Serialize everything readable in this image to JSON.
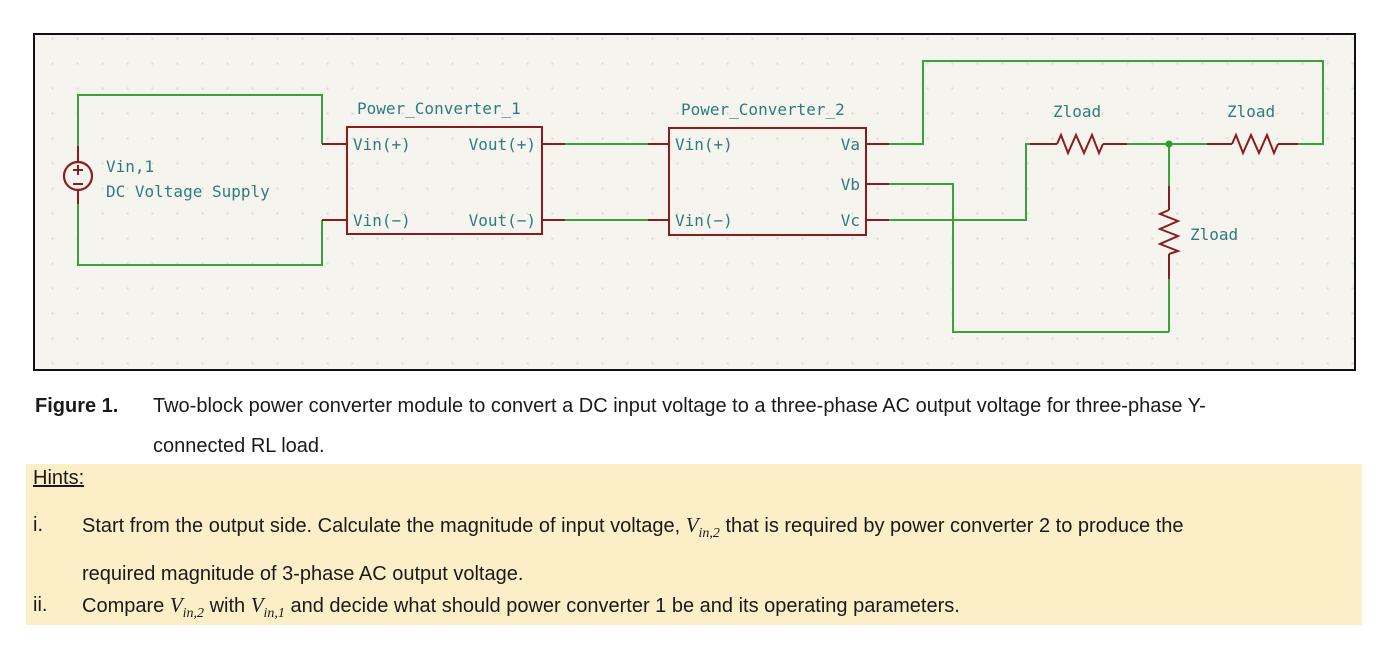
{
  "colors": {
    "wire_green": "#3aa23a",
    "symbol_maroon": "#8c1c1c",
    "label_teal": "#2e7c80",
    "hint_bg": "#fcefc8",
    "panel_bg": "#f5f4ee"
  },
  "schematic": {
    "source": {
      "ref": "Vin,1",
      "desc": "DC Voltage Supply"
    },
    "converter1": {
      "title": "Power_Converter_1",
      "pin_in_pos": "Vin(+)",
      "pin_in_neg": "Vin(−)",
      "pin_out_pos": "Vout(+)",
      "pin_out_neg": "Vout(−)"
    },
    "converter2": {
      "title": "Power_Converter_2",
      "pin_in_pos": "Vin(+)",
      "pin_in_neg": "Vin(−)",
      "pin_a": "Va",
      "pin_b": "Vb",
      "pin_c": "Vc"
    },
    "load_a": "Zload",
    "load_b": "Zload",
    "load_c": "Zload"
  },
  "caption": {
    "label": "Figure 1.",
    "line1": "Two-block power converter module to convert a DC input voltage to a three-phase AC output voltage for three-phase Y-",
    "line2": "connected RL load."
  },
  "hints": {
    "heading": "Hints:",
    "i": {
      "num": "i.",
      "pre": "Start from the output side. Calculate the magnitude of input voltage, ",
      "v1": "V",
      "s1": "in,2",
      "post": " that is required by power converter 2 to produce the",
      "line2": "required magnitude of 3-phase AC output voltage."
    },
    "ii": {
      "num": "ii.",
      "pre": "Compare ",
      "v1": "V",
      "s1": "in,2",
      "mid": " with ",
      "v2": "V",
      "s2": "in,1",
      "post": " and decide what should power converter 1 be and its operating parameters."
    }
  }
}
